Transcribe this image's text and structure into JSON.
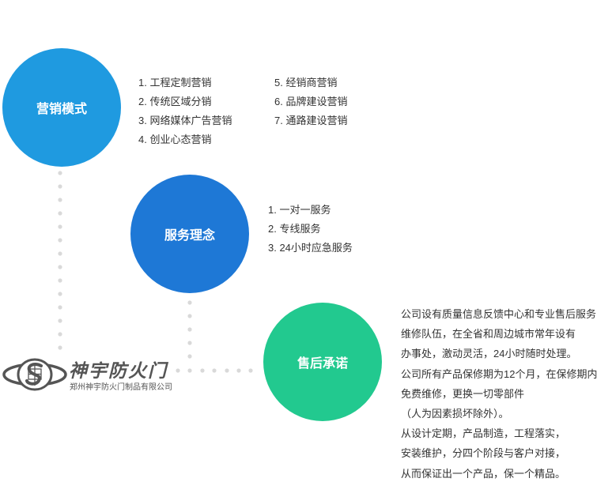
{
  "sections": {
    "marketing": {
      "title": "营销模式",
      "items": [
        "1. 工程定制营销",
        "2. 传统区域分销",
        "3. 网络媒体广告营销",
        "4. 创业心态营销",
        "5. 经销商营销",
        "6. 品牌建设营销",
        "7. 通路建设营销"
      ]
    },
    "service": {
      "title": "服务理念",
      "items": [
        "1. 一对一服务",
        "2. 专线服务",
        "3. 24小时应急服务"
      ]
    },
    "after_sales": {
      "title": "售后承诺",
      "lines": [
        "公司设有质量信息反馈中心和专业售后服务",
        "维修队伍，在全省和周边城市常年设有",
        "办事处，激动灵活，24小时随时处理。",
        "公司所有产品保修期为12个月，在保修期内",
        "免费维修，更换一切零部件",
        "（人为因素损坏除外）。",
        "从设计定期，产品制造，工程落实，",
        "安装维护，分四个阶段与客户对接，",
        "从而保证出一个产品，保一个精品。"
      ]
    }
  },
  "logo": {
    "name": "神宇防火门",
    "company": "郑州神宇防火门制品有限公司",
    "emblem_icon": "shenyu-emblem-icon"
  },
  "colors": {
    "marketing_circle": "#1f9ae0",
    "service_circle": "#1e78d6",
    "after_sales_circle": "#22c98f",
    "dots": "#d9d9d9"
  }
}
